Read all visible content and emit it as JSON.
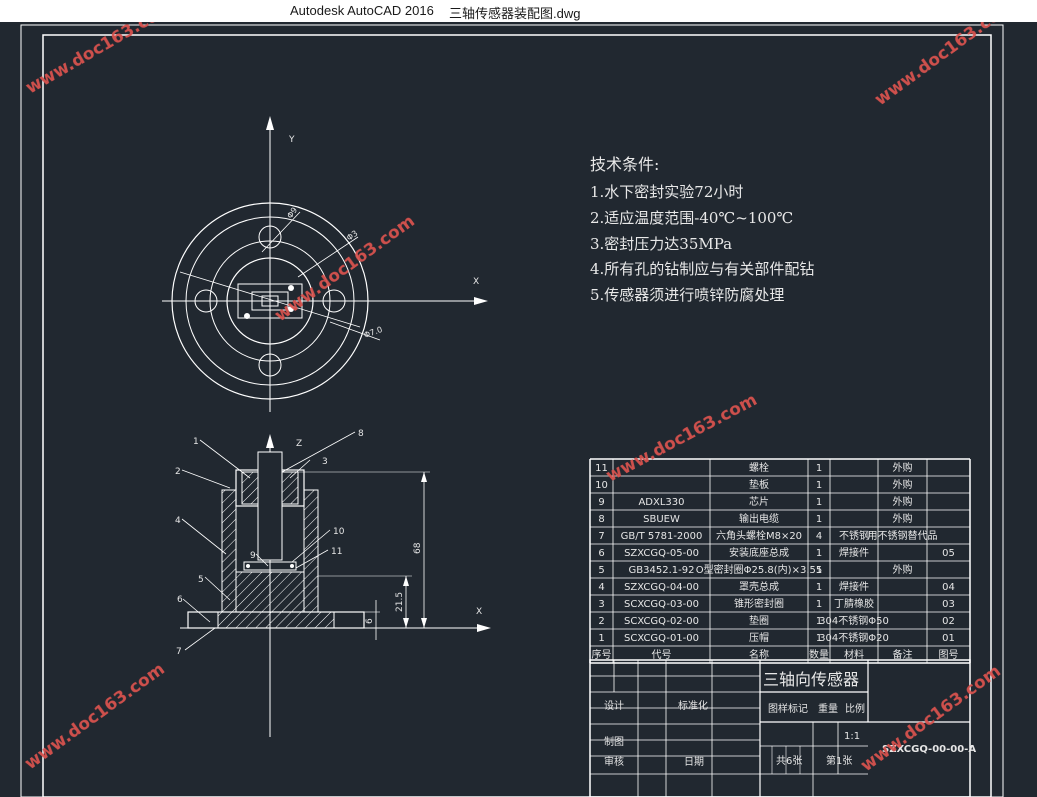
{
  "window": {
    "app_title": "Autodesk AutoCAD 2016",
    "file_title": "三轴传感器装配图.dwg"
  },
  "colors": {
    "background": "#212830",
    "line": "#ffffff",
    "watermark": "#d9534f"
  },
  "watermark": "www.doc163.com",
  "tech": {
    "heading": "技术条件:",
    "items": [
      "1.水下密封实验72小时",
      "2.适应温度范围-40℃~100℃",
      "3.密封压力达35MPa",
      "4.所有孔的钻制应与有关部件配钻",
      "5.传感器须进行喷锌防腐处理"
    ]
  },
  "top_view": {
    "axis_y": "Y",
    "axis_x": "X",
    "dim1": "Φ9",
    "dim2": "Φ3",
    "dim3": "Φ7.0"
  },
  "section_view": {
    "axis_z": "Z",
    "axis_x": "X",
    "callouts": [
      "1",
      "2",
      "3",
      "4",
      "5",
      "6",
      "7",
      "8",
      "9",
      "10",
      "11"
    ],
    "dim_height": "68",
    "dim_mid": "21.5",
    "dim_base": "6"
  },
  "bom": {
    "rows": [
      {
        "no": "11",
        "code": "",
        "name": "螺栓",
        "qty": "1",
        "material": "",
        "note": "外购",
        "drawing": ""
      },
      {
        "no": "10",
        "code": "",
        "name": "垫板",
        "qty": "1",
        "material": "",
        "note": "外购",
        "drawing": ""
      },
      {
        "no": "9",
        "code": "ADXL330",
        "name": "芯片",
        "qty": "1",
        "material": "",
        "note": "外购",
        "drawing": ""
      },
      {
        "no": "8",
        "code": "SBUEW",
        "name": "输出电缆",
        "qty": "1",
        "material": "",
        "note": "外购",
        "drawing": ""
      },
      {
        "no": "7",
        "code": "GB/T 5781-2000",
        "name": "六角头螺栓M8×20",
        "qty": "4",
        "material": "不锈钢",
        "note": "用不锈钢替代品",
        "drawing": ""
      },
      {
        "no": "6",
        "code": "SZXCGQ-05-00",
        "name": "安装底座总成",
        "qty": "1",
        "material": "焊接件",
        "note": "",
        "drawing": "05"
      },
      {
        "no": "5",
        "code": "GB3452.1-92",
        "name": "O型密封圈Φ25.8(内)×3.55",
        "qty": "1",
        "material": "",
        "note": "外购",
        "drawing": ""
      },
      {
        "no": "4",
        "code": "SZXCGQ-04-00",
        "name": "罩壳总成",
        "qty": "1",
        "material": "焊接件",
        "note": "",
        "drawing": "04"
      },
      {
        "no": "3",
        "code": "SCXCGQ-03-00",
        "name": "锥形密封圈",
        "qty": "1",
        "material": "丁腈橡胶",
        "note": "",
        "drawing": "03"
      },
      {
        "no": "2",
        "code": "SCXCGQ-02-00",
        "name": "垫圈",
        "qty": "1",
        "material": "304不锈钢Φ50",
        "note": "",
        "drawing": "02"
      },
      {
        "no": "1",
        "code": "SCXCGQ-01-00",
        "name": "压帽",
        "qty": "1",
        "material": "304不锈钢Φ20",
        "note": "",
        "drawing": "01"
      }
    ],
    "header": {
      "no": "序号",
      "code": "代号",
      "name": "名称",
      "qty": "数量",
      "material": "材料",
      "note": "备注",
      "drawing": "图号"
    }
  },
  "title_block": {
    "product": "三轴向传感器",
    "design": "设计",
    "standardize": "标准化",
    "stage_mark": "图样标记",
    "weight": "重量",
    "scale_label": "比例",
    "scale": "1:1",
    "draw": "制图",
    "review": "审核",
    "date": "日期",
    "sheets_total": "共6张",
    "sheet_no": "第1张",
    "drawing_no": "SZXCGQ-00-00-A"
  }
}
